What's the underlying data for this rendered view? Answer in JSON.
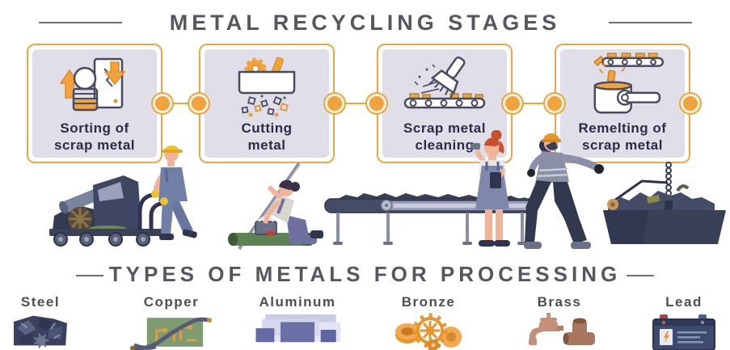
{
  "header": {
    "title": "METAL RECYCLING STAGES"
  },
  "stages": [
    {
      "name": "sorting",
      "line1": "Sorting of",
      "line2": "scrap metal",
      "icon": "sorting-magnet-icon"
    },
    {
      "name": "cutting",
      "line1": "Cutting",
      "line2": "metal",
      "icon": "shredder-icon"
    },
    {
      "name": "cleaning",
      "line1": "Scrap metal",
      "line2": "cleaning",
      "icon": "brush-conveyor-icon"
    },
    {
      "name": "remelting",
      "line1": "Remelting of",
      "line2": "scrap metal",
      "icon": "melting-pot-icon"
    }
  ],
  "metals_section": {
    "title": "TYPES OF METALS FOR PROCESSING",
    "items": [
      {
        "label": "Steel",
        "icon": "steel-scrap-icon"
      },
      {
        "label": "Copper",
        "icon": "copper-board-wire-icon"
      },
      {
        "label": "Aluminum",
        "icon": "aluminum-ingots-icon"
      },
      {
        "label": "Bronze",
        "icon": "bronze-gears-icon"
      },
      {
        "label": "Brass",
        "icon": "brass-faucet-icon"
      },
      {
        "label": "Lead",
        "icon": "lead-battery-icon"
      }
    ]
  },
  "colors": {
    "accent_orange": "#F0A23D",
    "card_border": "#EAA749",
    "card_fill": "#DFDEE9",
    "title_gray": "#57565F",
    "label_navy": "#2C2C44",
    "illustration_navy": "#3A4156"
  }
}
